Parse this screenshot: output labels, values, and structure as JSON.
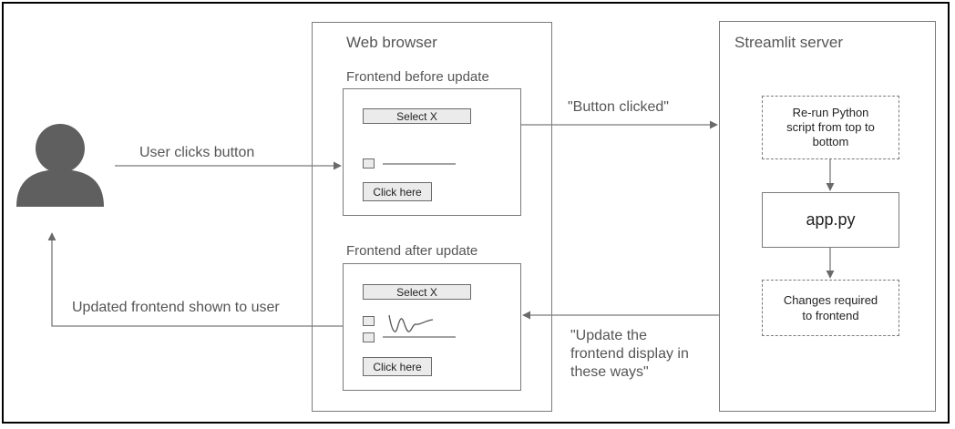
{
  "user": {
    "icon": "person-icon",
    "clicks_label": "User clicks button",
    "shown_label": "Updated frontend shown to user"
  },
  "browser": {
    "title": "Web browser",
    "before": {
      "title": "Frontend before update",
      "select_label": "Select X",
      "click_label": "Click here"
    },
    "after": {
      "title": "Frontend after update",
      "select_label": "Select X",
      "click_label": "Click here"
    }
  },
  "messages": {
    "button_clicked": "\"Button clicked\"",
    "update_line1": "\"Update the",
    "update_line2": "frontend display in",
    "update_line3": "these ways\""
  },
  "server": {
    "title": "Streamlit server",
    "rerun_line1": "Re-run Python",
    "rerun_line2": "script from top to",
    "rerun_line3": "bottom",
    "app": "app.py",
    "changes_line1": "Changes required",
    "changes_line2": "to frontend"
  },
  "colors": {
    "stroke": "#7a7a7a",
    "person": "#5f5f5f",
    "widget_fill": "#ebebeb"
  }
}
